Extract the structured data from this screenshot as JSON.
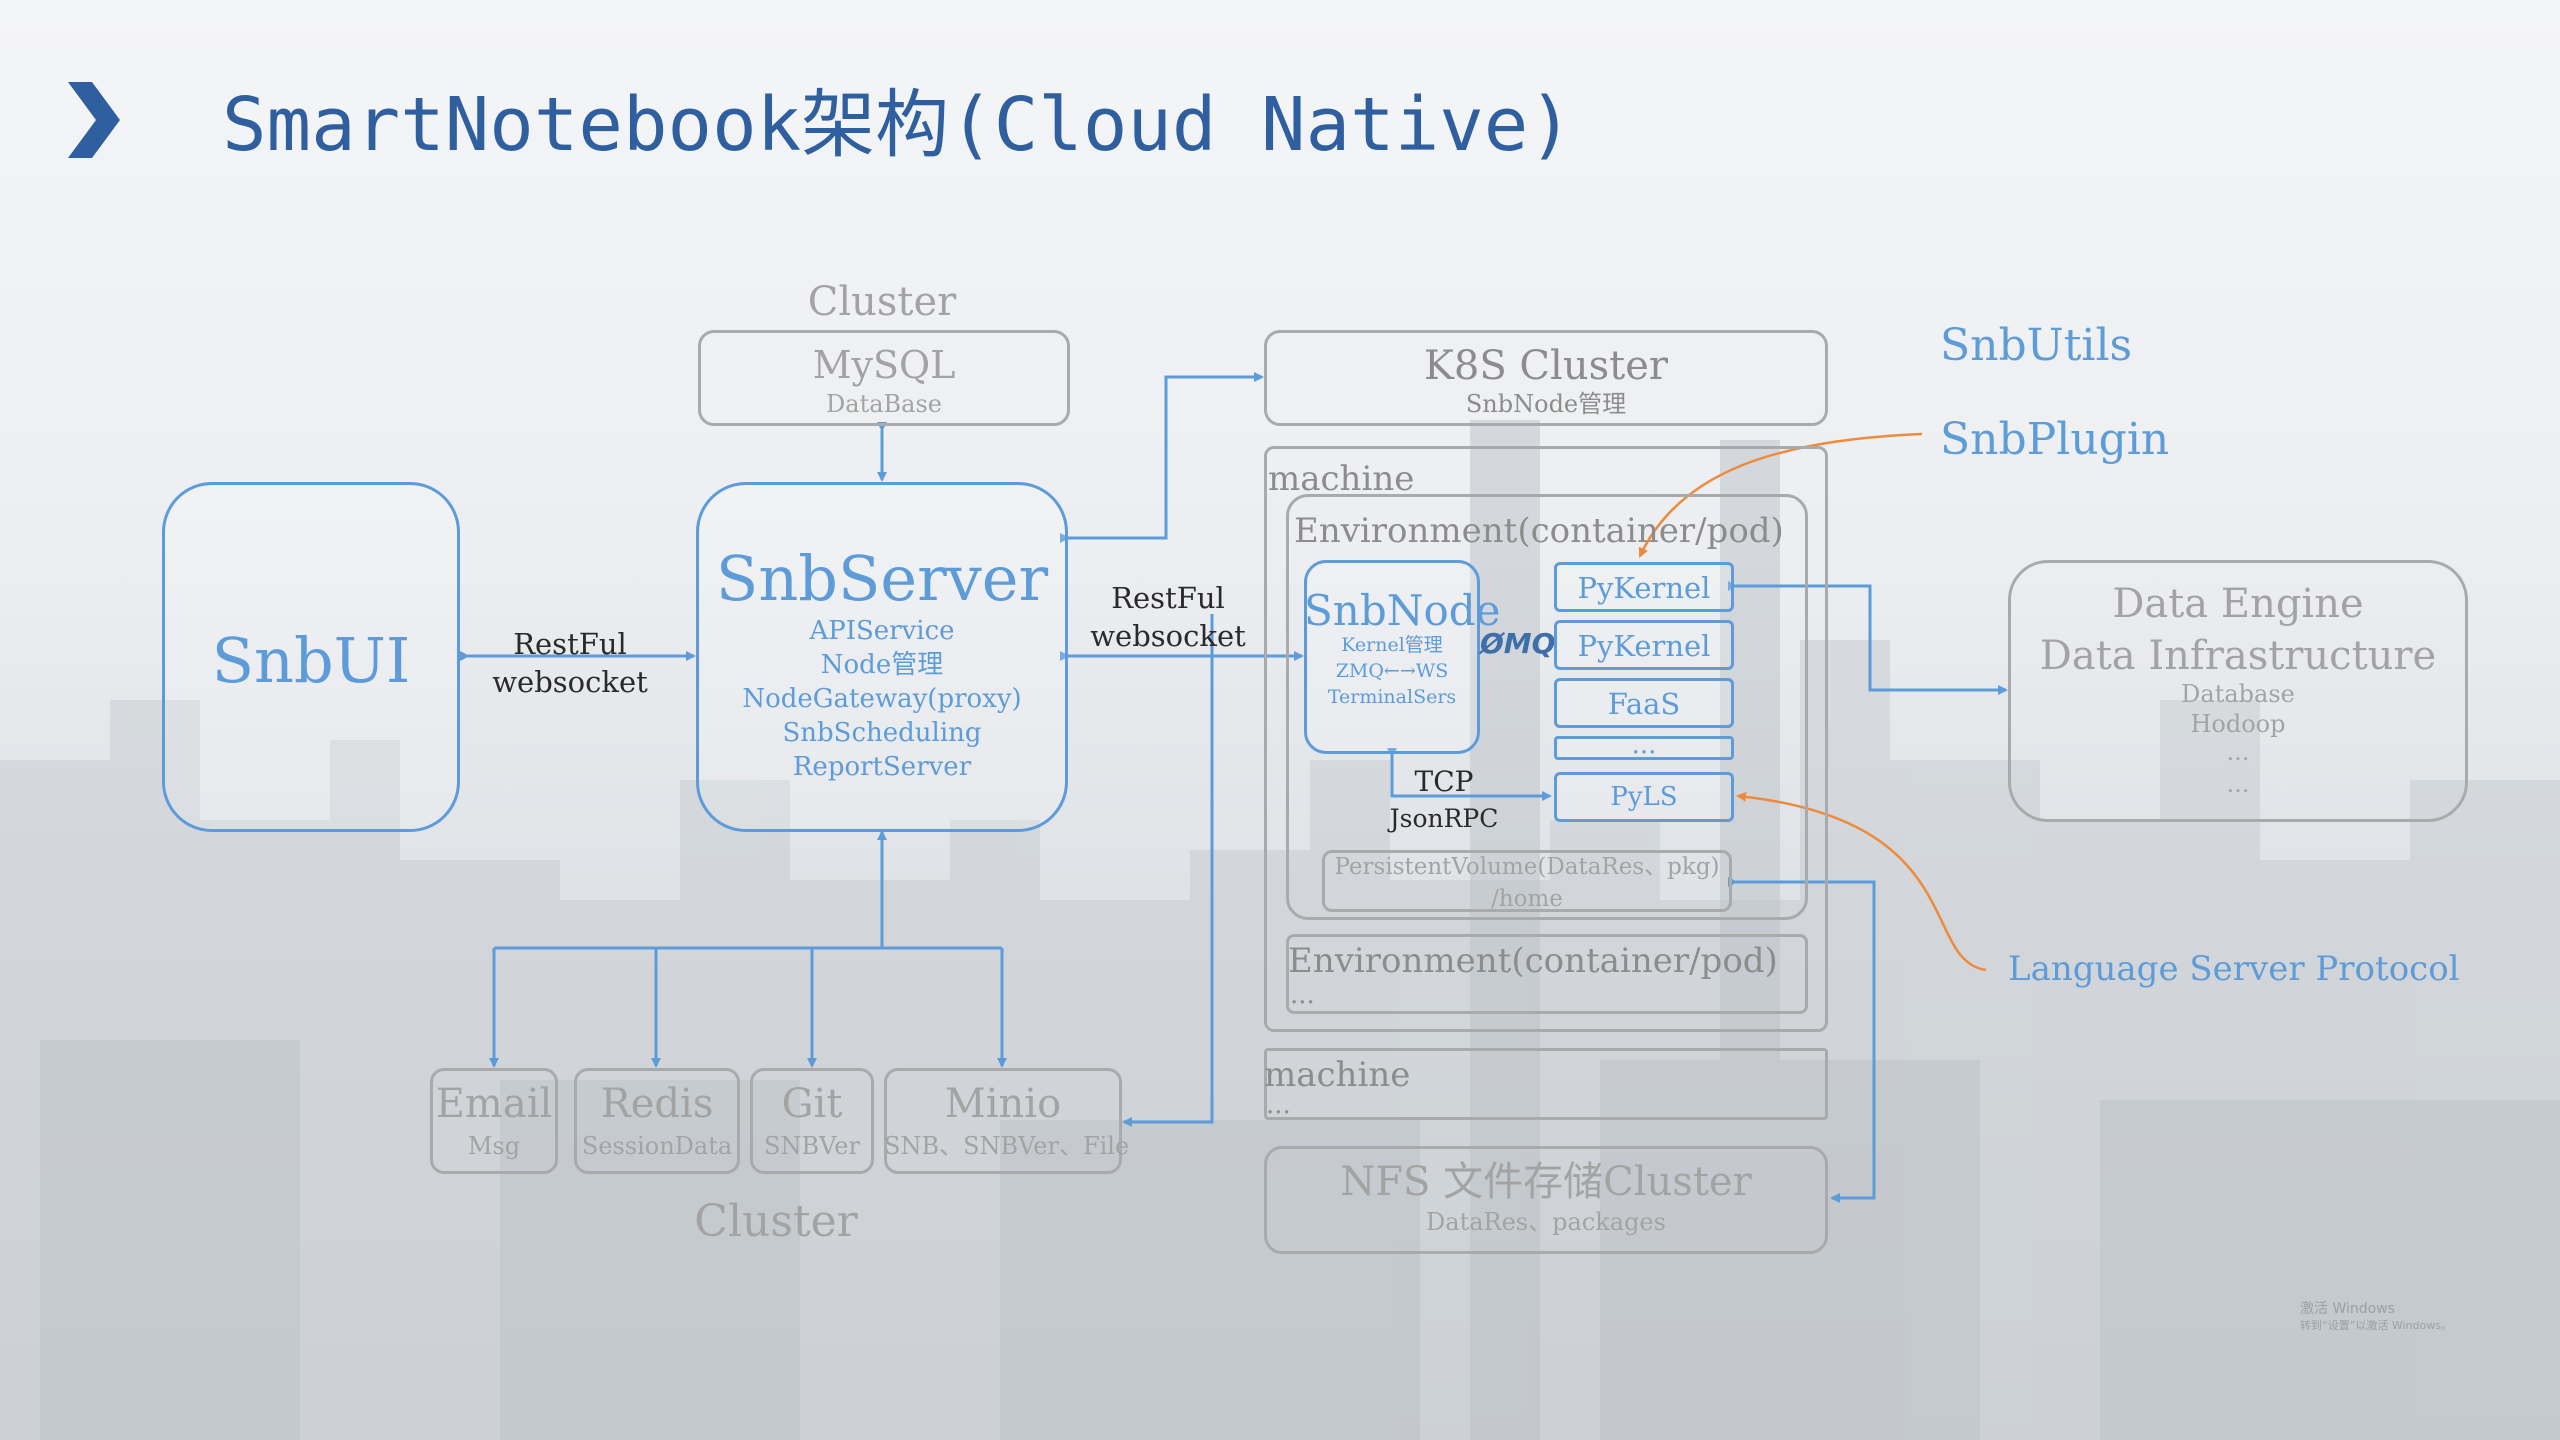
{
  "title": "SmartNotebook架构(Cloud Native)",
  "cluster_top_label": "Cluster",
  "cluster_bottom_label": "Cluster",
  "mysql": {
    "name": "MySQL",
    "sub": "DataBase"
  },
  "k8s": {
    "name": "K8S Cluster",
    "sub": "SnbNode管理"
  },
  "snbui": {
    "name": "SnbUI"
  },
  "snbserver": {
    "name": "SnbServer",
    "lines": [
      "APIService",
      "Node管理",
      "NodeGateway(proxy)",
      "SnbScheduling",
      "ReportServer"
    ]
  },
  "link_ui_server": {
    "line1": "RestFul",
    "line2": "websocket"
  },
  "link_server_node": {
    "line1": "RestFul",
    "line2": "websocket"
  },
  "machine1_label": "machine",
  "env1_label": "Environment(container/pod)",
  "snbnode": {
    "name": "SnbNode",
    "lines": [
      "Kernel管理",
      "ZMQ←→WS",
      "TerminalSers"
    ]
  },
  "zmq_logo": "ØMQ",
  "kernels": [
    "PyKernel",
    "PyKernel",
    "FaaS",
    "...",
    "PyLS"
  ],
  "tcp": {
    "line1": "TCP",
    "line2": "JsonRPC"
  },
  "persistent_volume": {
    "line1": "PersistentVolume(DataRes、pkg)",
    "line2": "/home"
  },
  "env2": {
    "label": "Environment(container/pod)",
    "dots": "..."
  },
  "machine2": {
    "label": "machine",
    "dots": "..."
  },
  "nfs": {
    "name": "NFS 文件存储Cluster",
    "sub": "DataRes、packages"
  },
  "data_engine": {
    "line1": "Data Engine",
    "line2": "Data Infrastructure",
    "sub": [
      "Database",
      "Hodoop",
      "...",
      "..."
    ]
  },
  "annotations": {
    "snbutils": "SnbUtils",
    "snbplugin": "SnbPlugin",
    "lsp": "Language Server Protocol"
  },
  "services": [
    {
      "name": "Email",
      "sub": "Msg"
    },
    {
      "name": "Redis",
      "sub": "SessionData"
    },
    {
      "name": "Git",
      "sub": "SNBVer"
    },
    {
      "name": "Minio",
      "sub": "SNB、SNBVer、File"
    }
  ],
  "watermark": {
    "line1": "激活 Windows",
    "line2": "转到“设置”以激活 Windows。"
  },
  "colors": {
    "title": "#2f5f9e",
    "accent_blue": "#5d9cd8",
    "orange": "#ee8a3c",
    "gray_box": "#a9aaac"
  }
}
